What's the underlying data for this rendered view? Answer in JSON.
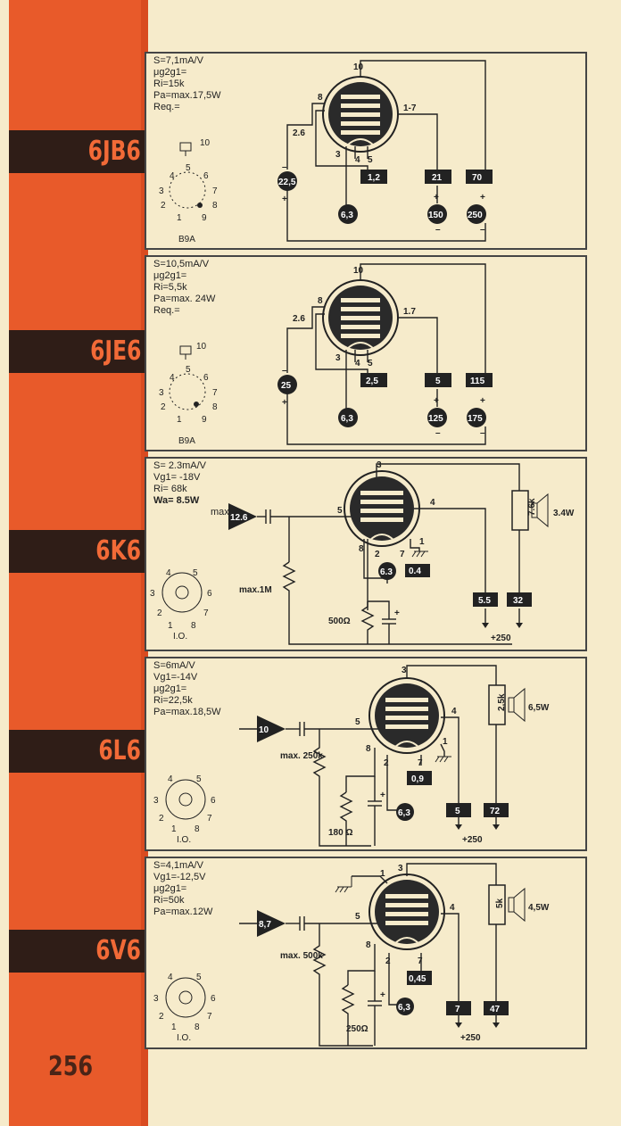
{
  "page_number": "256",
  "colors": {
    "sidebar": "#e85a2a",
    "band": "#2f1d17",
    "band_text": "#f26a37",
    "paper": "#f6ebcb",
    "ink": "#222222"
  },
  "tubes": [
    {
      "label": "6JB6",
      "specs": [
        "S=7,1mA/V",
        "μg2g1=",
        "Ri=15k",
        "Pa=max.17,5W",
        "Req.="
      ],
      "base": "B9A",
      "top_pin": "10",
      "base_pins": [
        "1",
        "2",
        "3",
        "4",
        "5",
        "6",
        "7",
        "8",
        "9"
      ],
      "pins": {
        "anode_cap": "10",
        "g2": "8",
        "g1": "2.6",
        "k": "1-7",
        "h1": "3",
        "h2": "4",
        "h3": "5"
      },
      "boxes": [
        "1,2",
        "21",
        "70"
      ],
      "circles": [
        "22,5",
        "6,3",
        "150",
        "250"
      ]
    },
    {
      "label": "6JE6",
      "specs": [
        "S=10,5mA/V",
        "μg2g1=",
        "Ri=5,5k",
        "Pa=max. 24W",
        "Req.="
      ],
      "base": "B9A",
      "top_pin": "10",
      "base_pins": [
        "1",
        "2",
        "3",
        "4",
        "5",
        "6",
        "7",
        "8",
        "9"
      ],
      "pins": {
        "anode_cap": "10",
        "g2": "8",
        "g1": "2.6",
        "k": "1.7",
        "h1": "3",
        "h2": "4",
        "h3": "5"
      },
      "boxes": [
        "2,5",
        "5",
        "115"
      ],
      "circles": [
        "25",
        "6,3",
        "125",
        "175"
      ]
    },
    {
      "label": "6K6",
      "specs": [
        "S= 2.3mA/V",
        "Vg1= -18V",
        "Ri= 68k",
        "Wa= 8.5W"
      ],
      "max_note": "max.",
      "base": "I.O.",
      "base_pins": [
        "1",
        "2",
        "3",
        "4",
        "5",
        "6",
        "7",
        "8"
      ],
      "pins": {
        "anode": "3",
        "g2": "4",
        "g1": "5",
        "k": "8",
        "h1": "2",
        "h2": "7",
        "g3": "1"
      },
      "input": "12.6",
      "grid_r": "max.1M",
      "cathode_r": "500Ω",
      "transformer": "7.6k",
      "output": "3.4W",
      "boxes": [
        "0.4",
        "5.5",
        "32"
      ],
      "circles": [
        "6.3"
      ],
      "supply": "+250"
    },
    {
      "label": "6L6",
      "specs": [
        "S=6mA/V",
        "Vg1=-14V",
        "μg2g1=",
        "Ri=22,5k",
        "Pa=max.18,5W"
      ],
      "base": "I.O.",
      "base_pins": [
        "1",
        "2",
        "3",
        "4",
        "5",
        "6",
        "7",
        "8"
      ],
      "pins": {
        "anode": "3",
        "g2": "4",
        "g1": "5",
        "k": "8",
        "h1": "2",
        "h2": "7",
        "g3": "1"
      },
      "input": "10",
      "grid_r": "max. 250k",
      "cathode_r": "180 Ω",
      "transformer": "2,5k",
      "output": "6,5W",
      "boxes": [
        "0,9",
        "5",
        "72"
      ],
      "circles": [
        "6,3"
      ],
      "supply": "+250"
    },
    {
      "label": "6V6",
      "specs": [
        "S=4,1mA/V",
        "Vg1=-12,5V",
        "μg2g1=",
        "Ri=50k",
        "Pa=max.12W"
      ],
      "base": "I.O.",
      "base_pins": [
        "1",
        "2",
        "3",
        "4",
        "5",
        "6",
        "7",
        "8"
      ],
      "pins": {
        "anode": "3",
        "g2": "4",
        "g1": "5",
        "k": "8",
        "h1": "2",
        "h2": "7",
        "g3": "1"
      },
      "input": "8,7",
      "grid_r": "max. 500k",
      "cathode_r": "250Ω",
      "transformer": "5k",
      "output": "4,5W",
      "boxes": [
        "0,45",
        "7",
        "47"
      ],
      "circles": [
        "6,3"
      ],
      "supply": "+250"
    }
  ]
}
